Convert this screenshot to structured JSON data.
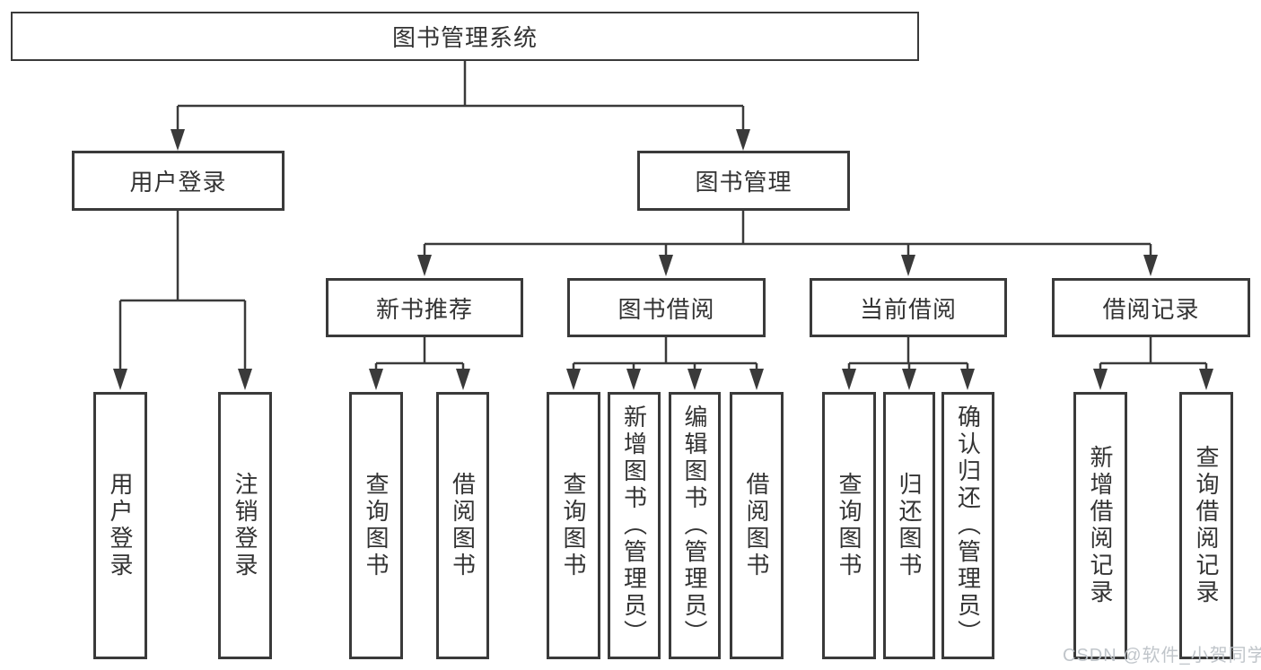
{
  "diagram": {
    "root": "图书管理系统",
    "branches": [
      {
        "label": "用户登录",
        "children": [
          {
            "label": "用户登录"
          },
          {
            "label": "注销登录"
          }
        ]
      },
      {
        "label": "图书管理",
        "children": [
          {
            "label": "新书推荐",
            "children": [
              {
                "label": "查询图书"
              },
              {
                "label": "借阅图书"
              }
            ]
          },
          {
            "label": "图书借阅",
            "children": [
              {
                "label": "查询图书"
              },
              {
                "label": "新增图书（管理员）"
              },
              {
                "label": "编辑图书（管理员）"
              },
              {
                "label": "借阅图书"
              }
            ]
          },
          {
            "label": "当前借阅",
            "children": [
              {
                "label": "查询图书"
              },
              {
                "label": "归还图书"
              },
              {
                "label": "确认归还（管理员）"
              }
            ]
          },
          {
            "label": "借阅记录",
            "children": [
              {
                "label": "新增借阅记录"
              },
              {
                "label": "查询借阅记录"
              }
            ]
          }
        ]
      }
    ]
  },
  "watermark": {
    "text": "CSDN @软件_小贺同学"
  },
  "colors": {
    "line": "#3a3a3a",
    "text": "#333333",
    "watermark": "#bdc2c8"
  }
}
